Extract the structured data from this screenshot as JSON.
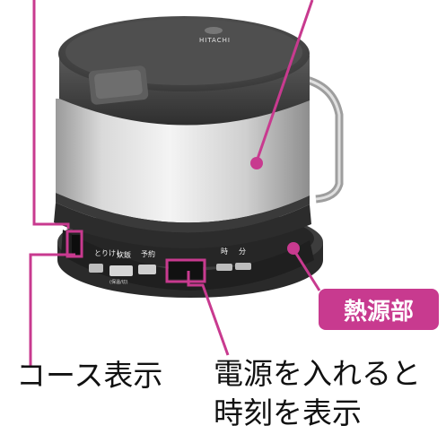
{
  "product": {
    "brand": "HITACHI",
    "buttons": {
      "toroke": "とりけし",
      "suihan": "炊飯",
      "yoyaku": "予約",
      "hour": "時",
      "minute": "分",
      "sub_label": "(保温/切)"
    }
  },
  "callouts": {
    "heat_source": "熱源部"
  },
  "labels": {
    "course_display": "コース表示",
    "power_time_line1": "電源を入れると",
    "power_time_line2": "時刻を表示"
  },
  "colors": {
    "accent": "#c83a8f",
    "body_dark": "#3b3b3b",
    "silver": "#c9c9c9"
  }
}
